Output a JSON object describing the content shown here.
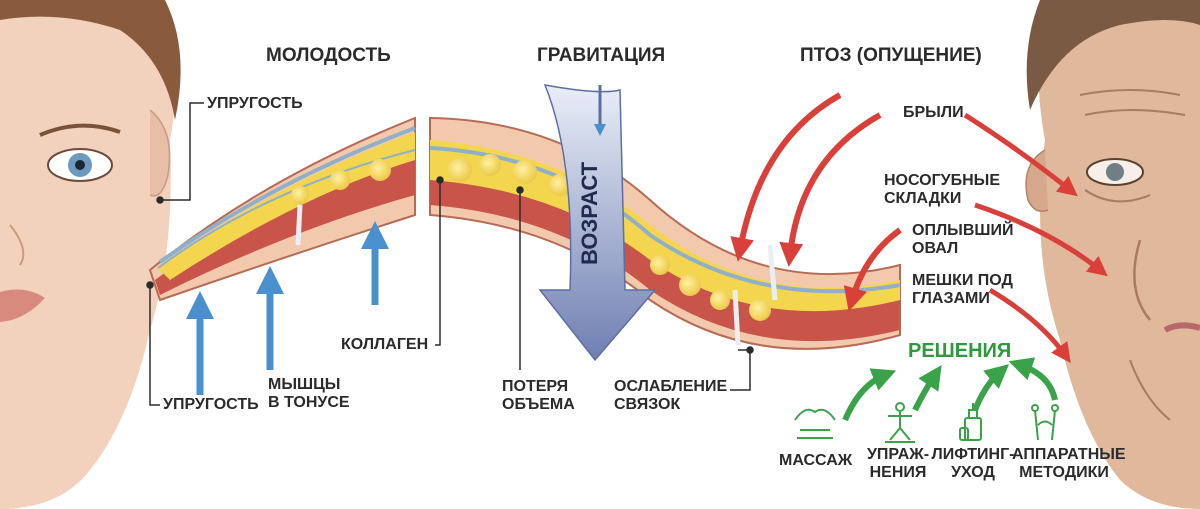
{
  "headers": {
    "youth": "МОЛОДОСТЬ",
    "gravity": "ГРАВИТАЦИЯ",
    "ptosis": "ПТОЗ (ОПУЩЕНИЕ)"
  },
  "age_arrow_label": "ВОЗРАСТ",
  "left_labels": {
    "elasticity_top": "УПРУГОСТЬ",
    "elasticity_bottom": "УПРУГОСТЬ",
    "muscles": [
      "МЫШЦЫ",
      "В ТОНУСЕ"
    ],
    "collagen": "КОЛЛАГЕН"
  },
  "middle_labels": {
    "volume_loss": [
      "ПОТЕРЯ",
      "ОБЪЕМА"
    ],
    "ligaments": [
      "ОСЛАБЛЕНИЕ",
      "СВЯЗОК"
    ]
  },
  "right_labels": {
    "jowls": "БРЫЛИ",
    "nasolabial": [
      "НОСОГУБНЫЕ",
      "СКЛАДКИ"
    ],
    "oval": [
      "ОПЛЫВШИЙ",
      "ОВАЛ"
    ],
    "bags": [
      "МЕШКИ ПОД",
      "ГЛАЗАМИ"
    ]
  },
  "solutions": {
    "title": "РЕШЕНИЯ",
    "items": [
      {
        "icon": "massage-hands-icon",
        "label": [
          "МАССАЖ"
        ]
      },
      {
        "icon": "exercise-person-icon",
        "label": [
          "УПРАЖ-",
          "НЕНИЯ"
        ]
      },
      {
        "icon": "cream-bottle-icon",
        "label": [
          "ЛИФТИНГ-",
          "УХОД"
        ]
      },
      {
        "icon": "device-microcurrent-icon",
        "label": [
          "АППАРАТНЫЕ",
          "МЕТОДИКИ"
        ]
      }
    ]
  },
  "colors": {
    "skin": "#f3c9ae",
    "fat": "#f4d64e",
    "muscle": "#c9544a",
    "fascia": "#8fb0c8",
    "up_arrow": "#4a90cf",
    "down_arrow": "#d9403a",
    "green_arrow": "#3aa34a",
    "age_arrow": "#7a88b8"
  }
}
